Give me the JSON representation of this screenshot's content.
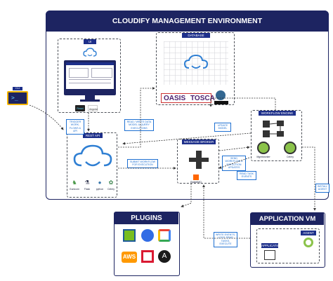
{
  "management_environment": {
    "title": "CLOUDIFY MANAGEMENT ENVIRONMENT"
  },
  "cli": {
    "label": "CLI",
    "prompt": ">_"
  },
  "ui": {
    "label": "UI",
    "frameworks": [
      "React",
      "Angular"
    ]
  },
  "database": {
    "label": "DATABASE",
    "oasis": "OASIS",
    "tosca": "TOSCA",
    "db_label": "PostgreSQL"
  },
  "rest_api": {
    "label": "REST API",
    "libs": [
      "Gunicorn",
      "Flask",
      "python",
      "Celery"
    ]
  },
  "message_broker": {
    "label": "MESSAGE BROKER",
    "queue": "RabbitMQ"
  },
  "workflow_engine": {
    "label": "WORKFLOW ENGINE",
    "components": [
      "Mgmtworker",
      "Celery"
    ]
  },
  "plugins": {
    "title": "PLUGINS",
    "icons": [
      "vmware-icon",
      "kubernetes-icon",
      "gcp-icon",
      "aws-icon",
      "openstack-icon",
      "ansible-icon"
    ]
  },
  "application_vm": {
    "title": "APPLICATION VM",
    "agent": "AGENT",
    "app": "APPLICATION"
  },
  "notes": {
    "trigger": "TRIGGER WORK-FLOWS & API",
    "read_write": "READ / WRITE DATA MODEL & QUERY EXECUTIONS",
    "update_models": "UPDATE MODEL",
    "submit": "SUBMIT WORKFLOW FOR EXECUTION",
    "send_events": "SEND WORKFLOW & EXECUTION UPDATES",
    "read_events": "READ TASK EVENTS",
    "write_events": "WRITE EVENTS, LOGS, READ TASKS, EXECUTE",
    "install_agent": "INSTALL AGENT"
  }
}
